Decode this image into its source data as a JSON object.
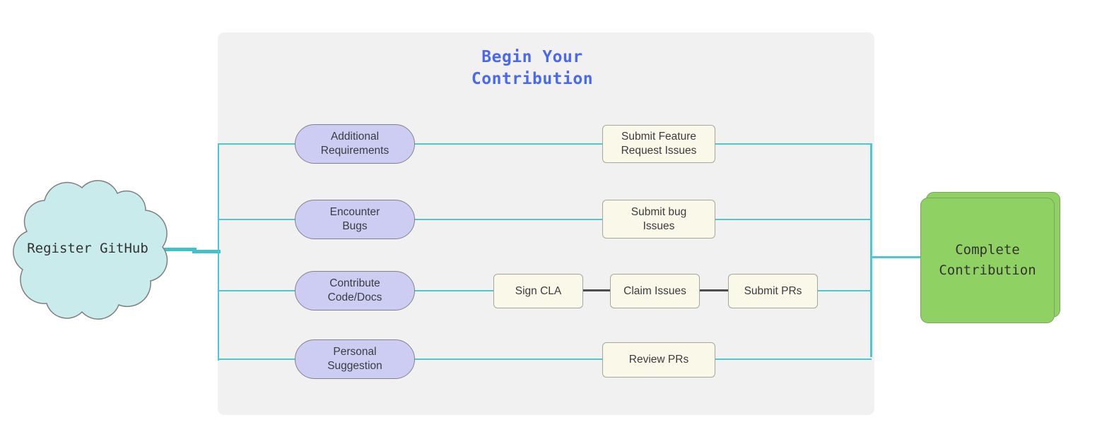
{
  "cloud": {
    "label": "Register GitHub"
  },
  "panel": {
    "title": "Begin Your\nContribution"
  },
  "pills": [
    {
      "label": "Additional\nRequirements"
    },
    {
      "label": "Encounter\nBugs"
    },
    {
      "label": "Contribute\nCode/Docs"
    },
    {
      "label": "Personal\nSuggestion"
    }
  ],
  "steps": [
    {
      "label": "Submit Feature\nRequest Issues"
    },
    {
      "label": "Submit bug\nIssues"
    },
    {
      "label": "Sign CLA"
    },
    {
      "label": "Claim Issues"
    },
    {
      "label": "Submit PRs"
    },
    {
      "label": "Review PRs"
    }
  ],
  "complete": {
    "label": "Complete\nContribution"
  },
  "colors": {
    "panel_fill": "#f1f1f1",
    "cloud_fill": "#c9ebeb",
    "cloud_stroke": "#7f7f7f",
    "pill_fill": "#cdcdf4",
    "pill_stroke": "#82828c",
    "step_fill": "#faf8e9",
    "step_stroke": "#a6a69a",
    "green_fill": "#8fd263",
    "green_stroke": "#7aa35e",
    "teal": "#4cc8ce",
    "teal_thick": "#3fc3cb",
    "dark_line": "#4d4d4d",
    "title_color": "#4a69ee",
    "node_text": "#3b3b40",
    "mono_text": "#333333"
  }
}
